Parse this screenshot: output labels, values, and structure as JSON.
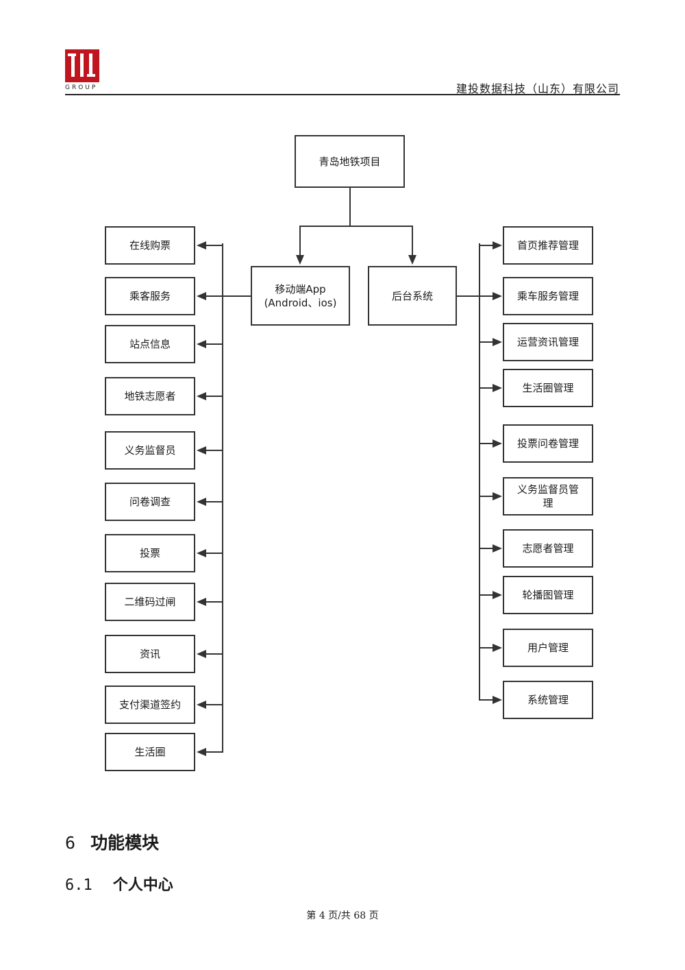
{
  "header": {
    "logo_text": "GROUP",
    "company": "建投数据科技（山东）有限公司"
  },
  "diagram": {
    "root": "青岛地铁项目",
    "mobile": "移动端App",
    "mobile_sub": "(Android、ios)",
    "backend": "后台系统",
    "mobile_items": [
      "在线购票",
      "乘客服务",
      "站点信息",
      "地铁志愿者",
      "义务监督员",
      "问卷调查",
      "投票",
      "二维码过闸",
      "资讯",
      "支付渠道签约",
      "生活圈"
    ],
    "backend_items": [
      "首页推荐管理",
      "乘车服务管理",
      "运营资讯管理",
      "生活圈管理",
      "投票问卷管理",
      "义务监督员管理",
      "志愿者管理",
      "轮播图管理",
      "用户管理",
      "系统管理"
    ]
  },
  "section": {
    "number": "6",
    "title": "功能模块"
  },
  "subsection": {
    "number": "6.1",
    "title": "个人中心"
  },
  "footer": {
    "page": "第 4 页/共 68 页"
  }
}
